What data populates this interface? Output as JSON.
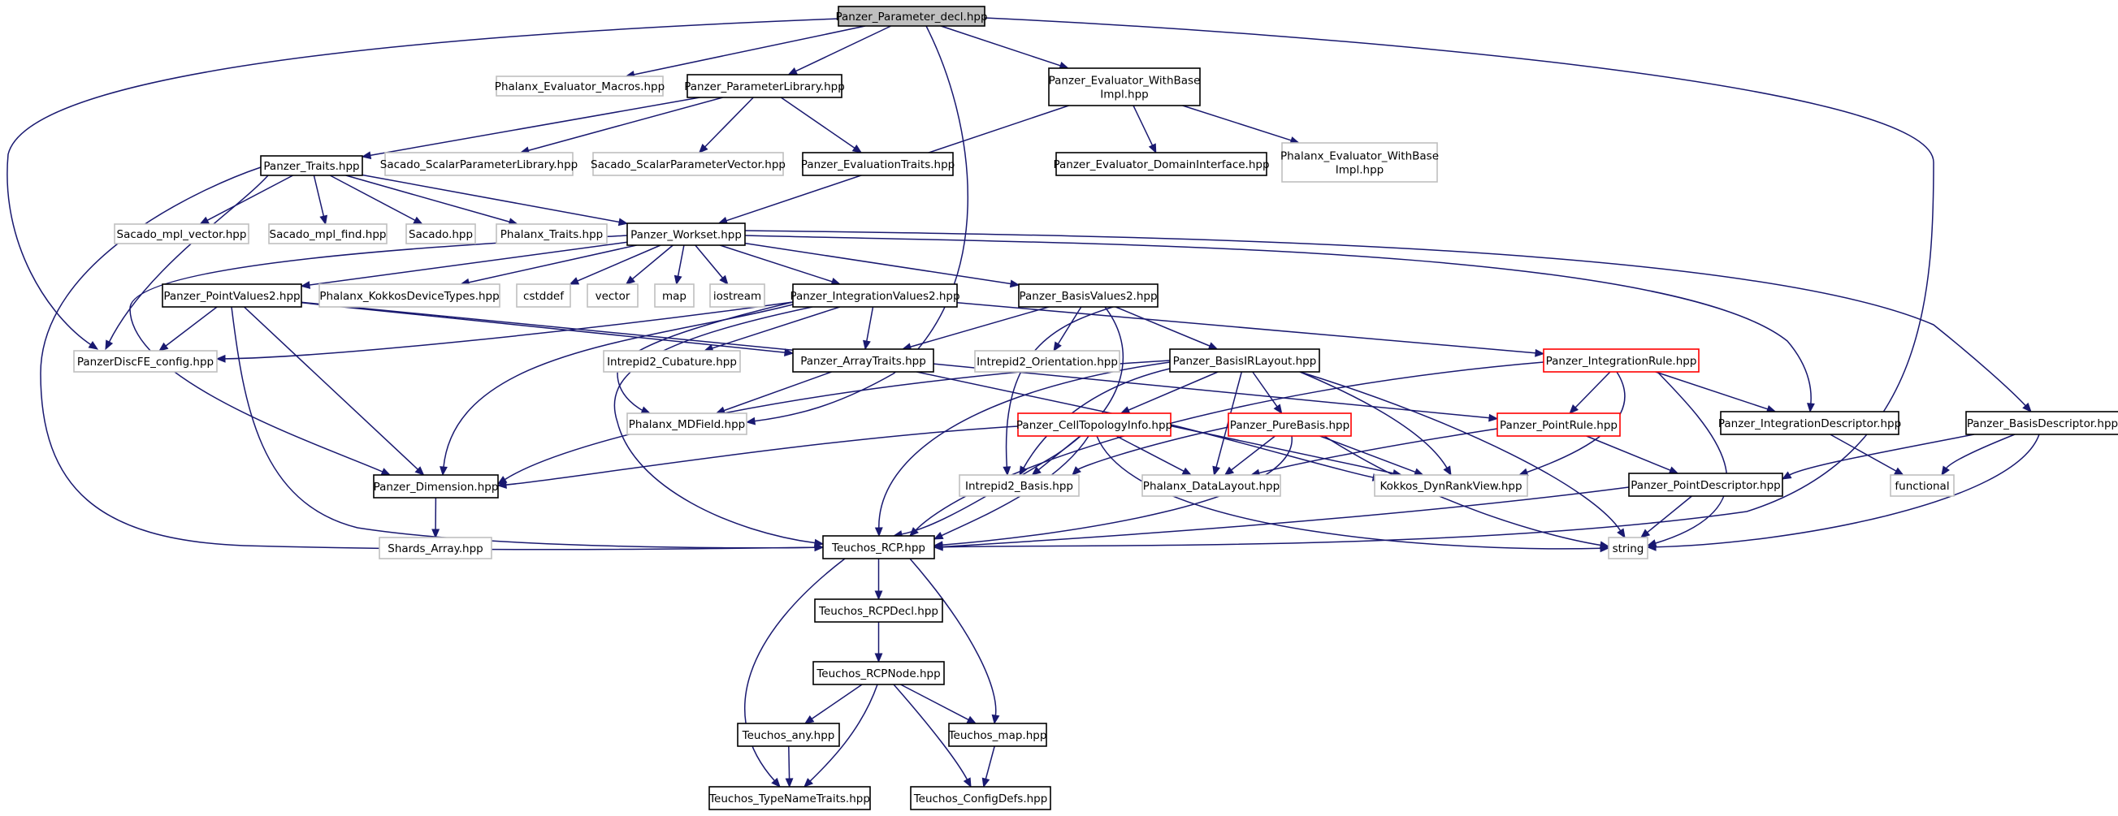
{
  "diagram": {
    "nodes": [
      {
        "id": "root",
        "label": [
          "Panzer_Parameter_decl.hpp"
        ],
        "style": "root"
      },
      {
        "id": "phxMacros",
        "label": [
          "Phalanx_Evaluator_Macros.hpp"
        ],
        "style": "gray"
      },
      {
        "id": "paramLib",
        "label": [
          "Panzer_ParameterLibrary.hpp"
        ],
        "style": "black"
      },
      {
        "id": "evalWithBase",
        "label": [
          "Panzer_Evaluator_WithBase",
          "Impl.hpp"
        ],
        "style": "black"
      },
      {
        "id": "traits",
        "label": [
          "Panzer_Traits.hpp"
        ],
        "style": "black"
      },
      {
        "id": "sacadoSPL",
        "label": [
          "Sacado_ScalarParameterLibrary.hpp"
        ],
        "style": "gray"
      },
      {
        "id": "sacadoSPV",
        "label": [
          "Sacado_ScalarParameterVector.hpp"
        ],
        "style": "gray"
      },
      {
        "id": "evalTraits",
        "label": [
          "Panzer_EvaluationTraits.hpp"
        ],
        "style": "black"
      },
      {
        "id": "evalDomain",
        "label": [
          "Panzer_Evaluator_DomainInterface.hpp"
        ],
        "style": "black"
      },
      {
        "id": "phxEvalWithBase",
        "label": [
          "Phalanx_Evaluator_WithBase",
          "Impl.hpp"
        ],
        "style": "gray"
      },
      {
        "id": "mplVector",
        "label": [
          "Sacado_mpl_vector.hpp"
        ],
        "style": "gray"
      },
      {
        "id": "mplFind",
        "label": [
          "Sacado_mpl_find.hpp"
        ],
        "style": "gray"
      },
      {
        "id": "sacado",
        "label": [
          "Sacado.hpp"
        ],
        "style": "gray"
      },
      {
        "id": "phxTraits",
        "label": [
          "Phalanx_Traits.hpp"
        ],
        "style": "gray"
      },
      {
        "id": "workset",
        "label": [
          "Panzer_Workset.hpp"
        ],
        "style": "black"
      },
      {
        "id": "pointValues",
        "label": [
          "Panzer_PointValues2.hpp"
        ],
        "style": "black"
      },
      {
        "id": "kokkosDev",
        "label": [
          "Phalanx_KokkosDeviceTypes.hpp"
        ],
        "style": "gray"
      },
      {
        "id": "cstddef",
        "label": [
          "cstddef"
        ],
        "style": "gray"
      },
      {
        "id": "vector",
        "label": [
          "vector"
        ],
        "style": "gray"
      },
      {
        "id": "map",
        "label": [
          "map"
        ],
        "style": "gray"
      },
      {
        "id": "iostream",
        "label": [
          "iostream"
        ],
        "style": "gray"
      },
      {
        "id": "intValues",
        "label": [
          "Panzer_IntegrationValues2.hpp"
        ],
        "style": "black"
      },
      {
        "id": "basisValues",
        "label": [
          "Panzer_BasisValues2.hpp"
        ],
        "style": "black"
      },
      {
        "id": "discFE",
        "label": [
          "PanzerDiscFE_config.hpp"
        ],
        "style": "gray"
      },
      {
        "id": "cubature",
        "label": [
          "Intrepid2_Cubature.hpp"
        ],
        "style": "gray"
      },
      {
        "id": "arrayTraits",
        "label": [
          "Panzer_ArrayTraits.hpp"
        ],
        "style": "black"
      },
      {
        "id": "orientation",
        "label": [
          "Intrepid2_Orientation.hpp"
        ],
        "style": "gray"
      },
      {
        "id": "basisIR",
        "label": [
          "Panzer_BasisIRLayout.hpp"
        ],
        "style": "black"
      },
      {
        "id": "intRule",
        "label": [
          "Panzer_IntegrationRule.hpp"
        ],
        "style": "red"
      },
      {
        "id": "mdField",
        "label": [
          "Phalanx_MDField.hpp"
        ],
        "style": "gray"
      },
      {
        "id": "cellTopo",
        "label": [
          "Panzer_CellTopologyInfo.hpp"
        ],
        "style": "red"
      },
      {
        "id": "pureBasis",
        "label": [
          "Panzer_PureBasis.hpp"
        ],
        "style": "red"
      },
      {
        "id": "pointRule",
        "label": [
          "Panzer_PointRule.hpp"
        ],
        "style": "red"
      },
      {
        "id": "intDesc",
        "label": [
          "Panzer_IntegrationDescriptor.hpp"
        ],
        "style": "black"
      },
      {
        "id": "basisDesc",
        "label": [
          "Panzer_BasisDescriptor.hpp"
        ],
        "style": "black"
      },
      {
        "id": "dimension",
        "label": [
          "Panzer_Dimension.hpp"
        ],
        "style": "black"
      },
      {
        "id": "intrepidBasis",
        "label": [
          "Intrepid2_Basis.hpp"
        ],
        "style": "gray"
      },
      {
        "id": "dataLayout",
        "label": [
          "Phalanx_DataLayout.hpp"
        ],
        "style": "gray"
      },
      {
        "id": "dynRank",
        "label": [
          "Kokkos_DynRankView.hpp"
        ],
        "style": "gray"
      },
      {
        "id": "pointDesc",
        "label": [
          "Panzer_PointDescriptor.hpp"
        ],
        "style": "black"
      },
      {
        "id": "functional",
        "label": [
          "functional"
        ],
        "style": "gray"
      },
      {
        "id": "shards",
        "label": [
          "Shards_Array.hpp"
        ],
        "style": "gray"
      },
      {
        "id": "rcp",
        "label": [
          "Teuchos_RCP.hpp"
        ],
        "style": "black"
      },
      {
        "id": "string",
        "label": [
          "string"
        ],
        "style": "gray"
      },
      {
        "id": "rcpDecl",
        "label": [
          "Teuchos_RCPDecl.hpp"
        ],
        "style": "black"
      },
      {
        "id": "rcpNode",
        "label": [
          "Teuchos_RCPNode.hpp"
        ],
        "style": "black"
      },
      {
        "id": "any",
        "label": [
          "Teuchos_any.hpp"
        ],
        "style": "black"
      },
      {
        "id": "tmap",
        "label": [
          "Teuchos_map.hpp"
        ],
        "style": "black"
      },
      {
        "id": "typeName",
        "label": [
          "Teuchos_TypeNameTraits.hpp"
        ],
        "style": "black"
      },
      {
        "id": "configDefs",
        "label": [
          "Teuchos_ConfigDefs.hpp"
        ],
        "style": "black"
      }
    ],
    "edges": [
      [
        "root",
        "phxMacros"
      ],
      [
        "root",
        "paramLib"
      ],
      [
        "root",
        "evalWithBase"
      ],
      [
        "root",
        "discFE"
      ],
      [
        "root",
        "mdField"
      ],
      [
        "root",
        "rcp"
      ],
      [
        "paramLib",
        "traits"
      ],
      [
        "paramLib",
        "sacadoSPL"
      ],
      [
        "paramLib",
        "sacadoSPV"
      ],
      [
        "paramLib",
        "evalTraits"
      ],
      [
        "evalWithBase",
        "evalDomain"
      ],
      [
        "evalWithBase",
        "phxEvalWithBase"
      ],
      [
        "evalWithBase",
        "workset"
      ],
      [
        "traits",
        "mplVector"
      ],
      [
        "traits",
        "mplFind"
      ],
      [
        "traits",
        "sacado"
      ],
      [
        "traits",
        "phxTraits"
      ],
      [
        "traits",
        "workset"
      ],
      [
        "traits",
        "discFE"
      ],
      [
        "traits",
        "rcp"
      ],
      [
        "workset",
        "pointValues"
      ],
      [
        "workset",
        "kokkosDev"
      ],
      [
        "workset",
        "cstddef"
      ],
      [
        "workset",
        "vector"
      ],
      [
        "workset",
        "map"
      ],
      [
        "workset",
        "iostream"
      ],
      [
        "workset",
        "intValues"
      ],
      [
        "workset",
        "basisValues"
      ],
      [
        "workset",
        "dimension"
      ],
      [
        "workset",
        "intDesc"
      ],
      [
        "workset",
        "basisDesc"
      ],
      [
        "pointValues",
        "discFE"
      ],
      [
        "pointValues",
        "arrayTraits"
      ],
      [
        "pointValues",
        "pointRule"
      ],
      [
        "pointValues",
        "dimension"
      ],
      [
        "pointValues",
        "rcp"
      ],
      [
        "intValues",
        "cubature"
      ],
      [
        "intValues",
        "arrayTraits"
      ],
      [
        "intValues",
        "intRule"
      ],
      [
        "intValues",
        "discFE"
      ],
      [
        "intValues",
        "mdField"
      ],
      [
        "intValues",
        "dimension"
      ],
      [
        "intValues",
        "rcp"
      ],
      [
        "basisValues",
        "orientation"
      ],
      [
        "basisValues",
        "arrayTraits"
      ],
      [
        "basisValues",
        "basisIR"
      ],
      [
        "basisValues",
        "intrepidBasis"
      ],
      [
        "basisValues",
        "rcp"
      ],
      [
        "arrayTraits",
        "mdField"
      ],
      [
        "arrayTraits",
        "dynRank"
      ],
      [
        "basisIR",
        "cellTopo"
      ],
      [
        "basisIR",
        "pureBasis"
      ],
      [
        "basisIR",
        "dataLayout"
      ],
      [
        "basisIR",
        "dynRank"
      ],
      [
        "basisIR",
        "rcp"
      ],
      [
        "basisIR",
        "dimension"
      ],
      [
        "basisIR",
        "intrepidBasis"
      ],
      [
        "basisIR",
        "string"
      ],
      [
        "intRule",
        "pointRule"
      ],
      [
        "intRule",
        "intDesc"
      ],
      [
        "intRule",
        "rcp"
      ],
      [
        "intRule",
        "dynRank"
      ],
      [
        "intRule",
        "string"
      ],
      [
        "cellTopo",
        "dimension"
      ],
      [
        "cellTopo",
        "intrepidBasis"
      ],
      [
        "cellTopo",
        "dataLayout"
      ],
      [
        "cellTopo",
        "dynRank"
      ],
      [
        "cellTopo",
        "rcp"
      ],
      [
        "cellTopo",
        "string"
      ],
      [
        "pureBasis",
        "intrepidBasis"
      ],
      [
        "pureBasis",
        "dataLayout"
      ],
      [
        "pureBasis",
        "dynRank"
      ],
      [
        "pureBasis",
        "rcp"
      ],
      [
        "pureBasis",
        "string"
      ],
      [
        "pointRule",
        "pointDesc"
      ],
      [
        "pointRule",
        "dataLayout"
      ],
      [
        "intDesc",
        "functional"
      ],
      [
        "basisDesc",
        "pointDesc"
      ],
      [
        "basisDesc",
        "functional"
      ],
      [
        "basisDesc",
        "string"
      ],
      [
        "pointDesc",
        "rcp"
      ],
      [
        "pointDesc",
        "string"
      ],
      [
        "dimension",
        "shards"
      ],
      [
        "rcp",
        "rcpDecl"
      ],
      [
        "rcp",
        "typeName"
      ],
      [
        "rcp",
        "tmap"
      ],
      [
        "rcpDecl",
        "rcpNode"
      ],
      [
        "rcpNode",
        "any"
      ],
      [
        "rcpNode",
        "tmap"
      ],
      [
        "rcpNode",
        "typeName"
      ],
      [
        "rcpNode",
        "configDefs"
      ],
      [
        "any",
        "typeName"
      ],
      [
        "tmap",
        "configDefs"
      ]
    ]
  }
}
